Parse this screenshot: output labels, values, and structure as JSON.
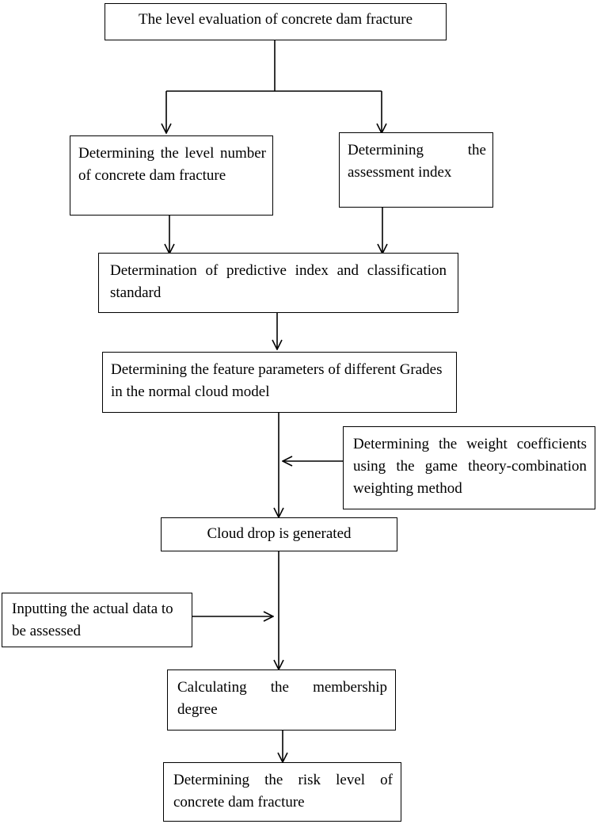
{
  "flowchart": {
    "nodes": {
      "n1": "The level evaluation of concrete dam fracture",
      "n2": "Determining the level number of concrete dam fracture",
      "n3": "Determining the assessment index",
      "n4": "Determination of predictive index and classification standard",
      "n5": "Determining the feature parameters of different Grades in the normal cloud model",
      "n6": "Determining the weight coefficients using the game theory-combination weighting method",
      "n7": "Cloud drop is generated",
      "n8": "Inputting the actual data to be assessed",
      "n9": "Calculating the membership degree",
      "n10": "Determining the risk level of concrete dam fracture"
    }
  }
}
